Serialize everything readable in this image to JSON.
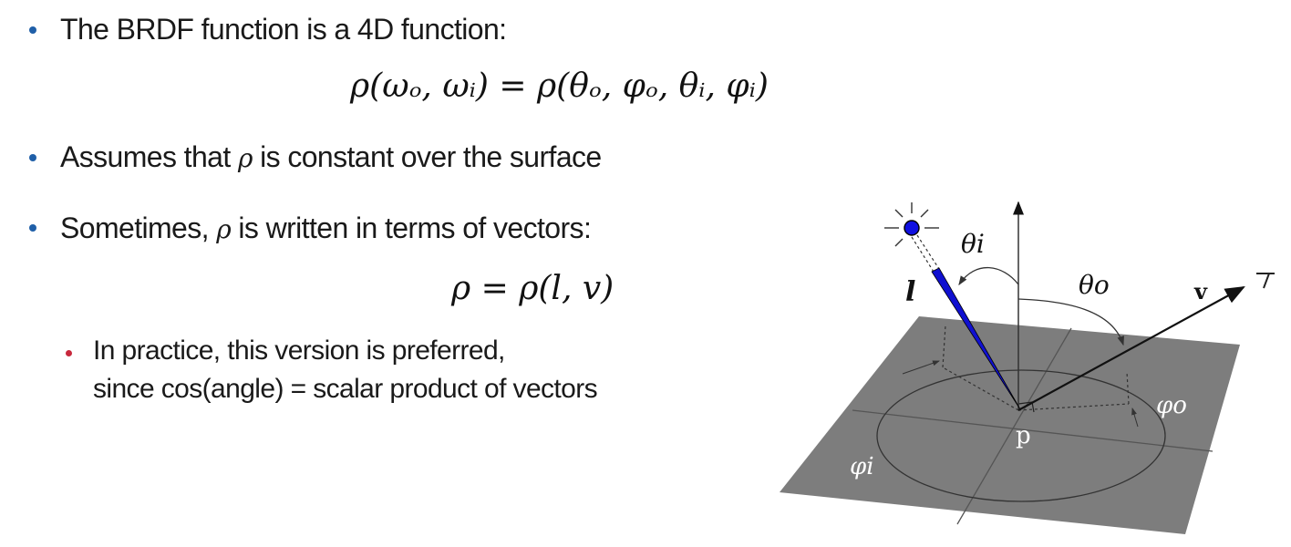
{
  "bullets": [
    {
      "text": "The BRDF function is a 4D function:"
    },
    {
      "pre": "Assumes that ",
      "sym": "ρ",
      "post": " is constant over the surface"
    },
    {
      "pre": "Sometimes, ",
      "sym": "ρ",
      "post": " is written in terms of vectors:"
    }
  ],
  "formulas": {
    "brdf_4d": "ρ(ωₒ, ωᵢ) = ρ(θₒ, φₒ, θᵢ, φᵢ)",
    "vector_form": "ρ = ρ(l, v)"
  },
  "sub_bullet": {
    "line1": "In practice, this version is preferred,",
    "line2": "since cos(angle) = scalar product of vectors"
  },
  "diagram": {
    "labels": {
      "theta_i": "θi",
      "theta_o": "θo",
      "l": "l",
      "v": "v",
      "p": "p",
      "phi_i": "φi",
      "phi_o": "φo"
    },
    "colors": {
      "plane": "#7a7a7a",
      "light_vector": "#1010d0",
      "bullet_blue": "#1f5fa8",
      "bullet_red": "#c8283c"
    }
  }
}
